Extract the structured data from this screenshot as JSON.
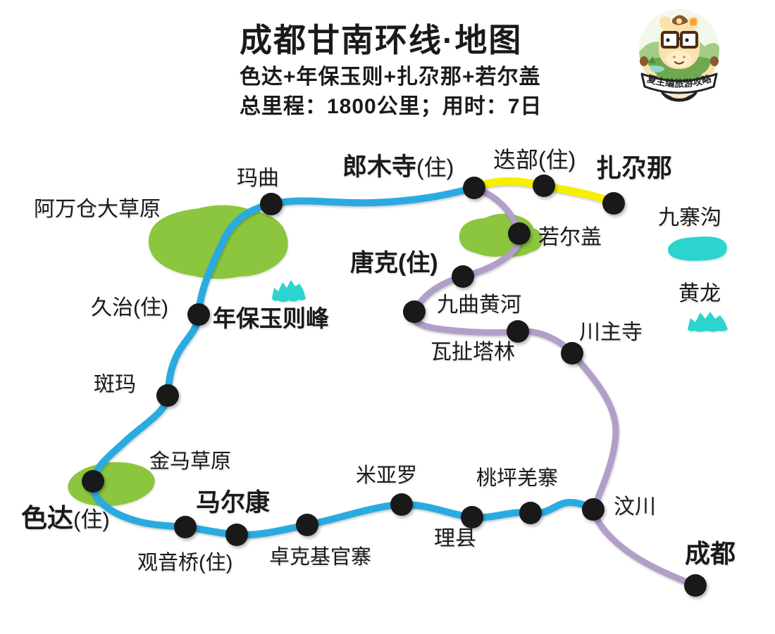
{
  "header": {
    "title": "成都甘南环线·地图",
    "subtitle": "色达+年保玉则+扎尕那+若尔盖",
    "stats": "总里程：1800公里；用时：7日"
  },
  "logo": {
    "badge_text": "夏主编旅游攻略"
  },
  "colors": {
    "route_main_blue": "#29ABE2",
    "route_return_purple": "#B19EC9",
    "route_branch_yellow": "#F7EF00",
    "grassland_green": "#8CC63F",
    "water_cyan": "#2BD4CF",
    "stop_dot": "#191919",
    "text": "#1A1A1A"
  },
  "map": {
    "labels": [
      {
        "name": "玛曲",
        "suffix": ""
      },
      {
        "name": "郎木寺",
        "suffix": "(住)"
      },
      {
        "name": "迭部",
        "suffix": "(住)"
      },
      {
        "name": "扎尕那",
        "suffix": ""
      },
      {
        "name": "若尔盖",
        "suffix": ""
      },
      {
        "name": "九寨沟",
        "suffix": ""
      },
      {
        "name": "唐克",
        "suffix": "(住)"
      },
      {
        "name": "九曲黄河",
        "suffix": ""
      },
      {
        "name": "瓦扯塔林",
        "suffix": ""
      },
      {
        "name": "川主寺",
        "suffix": ""
      },
      {
        "name": "黄龙",
        "suffix": ""
      },
      {
        "name": "阿万仓大草原",
        "suffix": ""
      },
      {
        "name": "久治",
        "suffix": "(住)"
      },
      {
        "name": "年保玉则峰",
        "suffix": ""
      },
      {
        "name": "斑玛",
        "suffix": ""
      },
      {
        "name": "金马草原",
        "suffix": ""
      },
      {
        "name": "色达",
        "suffix": "(住)"
      },
      {
        "name": "观音桥",
        "suffix": "(住)"
      },
      {
        "name": "马尔康",
        "suffix": ""
      },
      {
        "name": "卓克基官寨",
        "suffix": ""
      },
      {
        "name": "米亚罗",
        "suffix": ""
      },
      {
        "name": "理县",
        "suffix": ""
      },
      {
        "name": "桃坪羌寨",
        "suffix": ""
      },
      {
        "name": "汶川",
        "suffix": ""
      },
      {
        "name": "成都",
        "suffix": ""
      }
    ]
  },
  "routes": {
    "blue_main_loop": {
      "color": "#29ABE2",
      "stops": [
        "郎木寺(住)",
        "玛曲",
        "久治(住)",
        "斑玛",
        "色达(住)",
        "观音桥(住)",
        "马尔康",
        "卓克基官寨",
        "米亚罗",
        "理县",
        "桃坪羌寨",
        "汶川"
      ]
    },
    "purple_return": {
      "color": "#B19EC9",
      "stops": [
        "郎木寺(住)",
        "若尔盖",
        "唐克(住)",
        "九曲黄河",
        "瓦扯塔林",
        "川主寺",
        "汶川",
        "成都"
      ]
    },
    "yellow_branch": {
      "color": "#F7EF00",
      "stops": [
        "郎木寺(住)",
        "迭部(住)",
        "扎尕那"
      ]
    }
  },
  "landmarks": {
    "grasslands": [
      "阿万仓大草原",
      "金马草原"
    ],
    "scenic_water": [
      "九寨沟"
    ],
    "scenic_mountains": [
      "黄龙",
      "年保玉则峰"
    ]
  }
}
